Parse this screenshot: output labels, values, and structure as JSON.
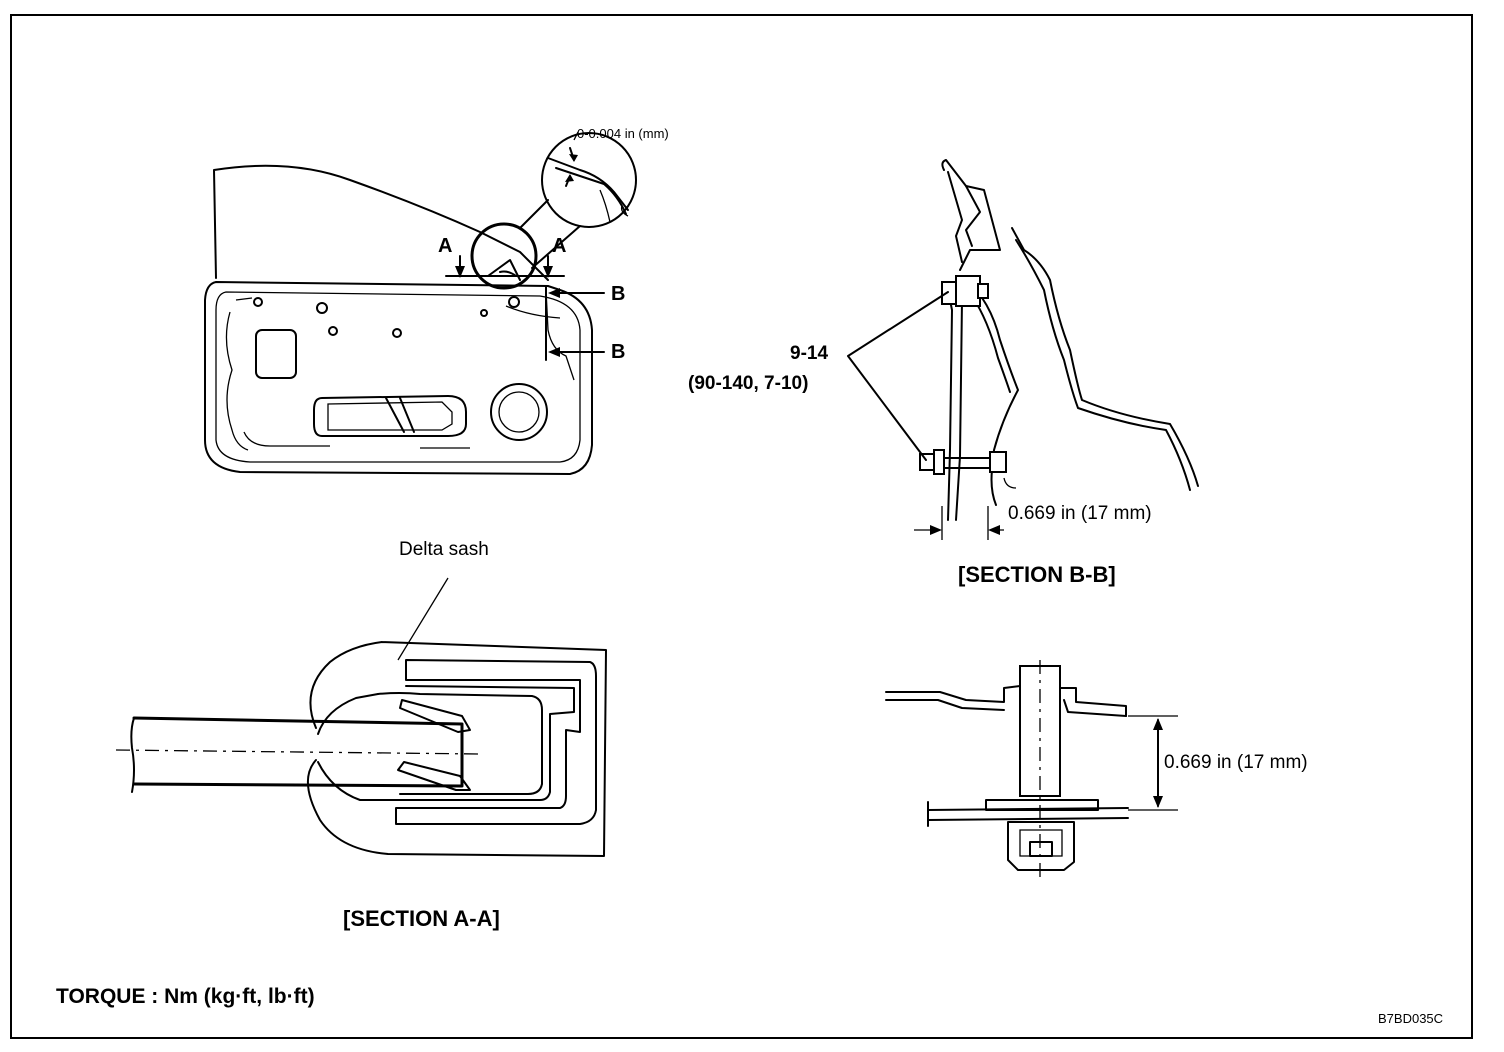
{
  "labels": {
    "tolerance": "0-0.004 in (mm)",
    "section_a_marker": "A",
    "section_b_marker": "B",
    "torque_value": "9-14",
    "torque_units_value": "(90-140, 7-10)",
    "dim_b_section": "0.669 in (17 mm)",
    "section_b_title": "[SECTION B-B]",
    "delta_sash": "Delta sash",
    "section_a_title": "[SECTION A-A]",
    "dim_bolt": "0.669 in (17 mm)",
    "torque_legend": "TORQUE : Nm (kg·ft, lb·ft)",
    "figure_code": "B7BD035C"
  }
}
